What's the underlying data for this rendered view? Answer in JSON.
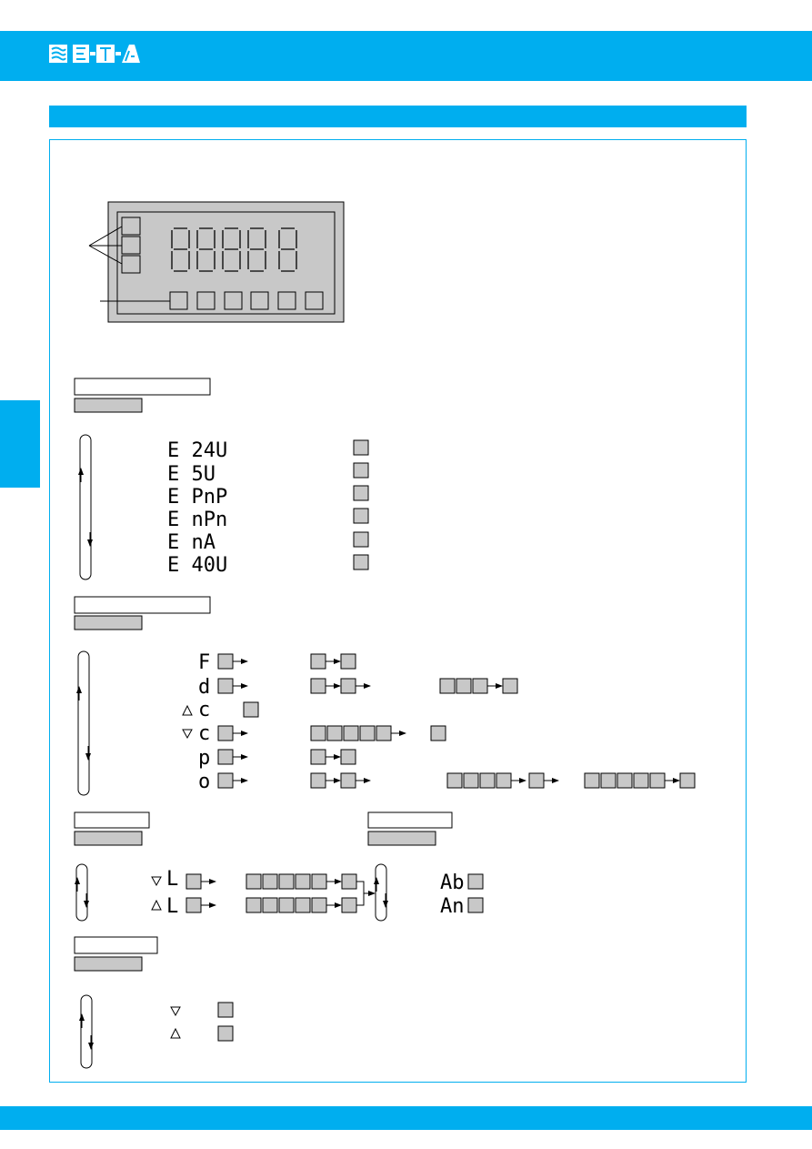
{
  "brand": {
    "logo_text": "E-T-A",
    "color": "#00aeef"
  },
  "icons": [
    "logo-icon",
    "up-triangle-icon",
    "down-triangle-icon",
    "arrow-icon",
    "cycle-arrow-icon"
  ],
  "display": {
    "digit_count": 5,
    "led_count": 3,
    "button_count": 6
  },
  "input_menu": {
    "options": [
      "E 24U",
      "E 5U",
      "E PnP",
      "E nPn",
      "E nA",
      "E 40U"
    ]
  },
  "param_menu": {
    "rows": [
      {
        "symbol": "F"
      },
      {
        "symbol": "d"
      },
      {
        "symbol": "c",
        "marker": "up"
      },
      {
        "symbol": "c",
        "marker": "down"
      },
      {
        "symbol": "p"
      },
      {
        "symbol": "o"
      }
    ]
  },
  "limit_menu": {
    "rows": [
      {
        "symbol": "L",
        "marker": "down"
      },
      {
        "symbol": "L",
        "marker": "up"
      }
    ]
  },
  "mode_menu": {
    "options": [
      "Ab",
      "An"
    ]
  },
  "key_menu": {
    "rows": [
      {
        "marker": "down"
      },
      {
        "marker": "up"
      }
    ]
  }
}
